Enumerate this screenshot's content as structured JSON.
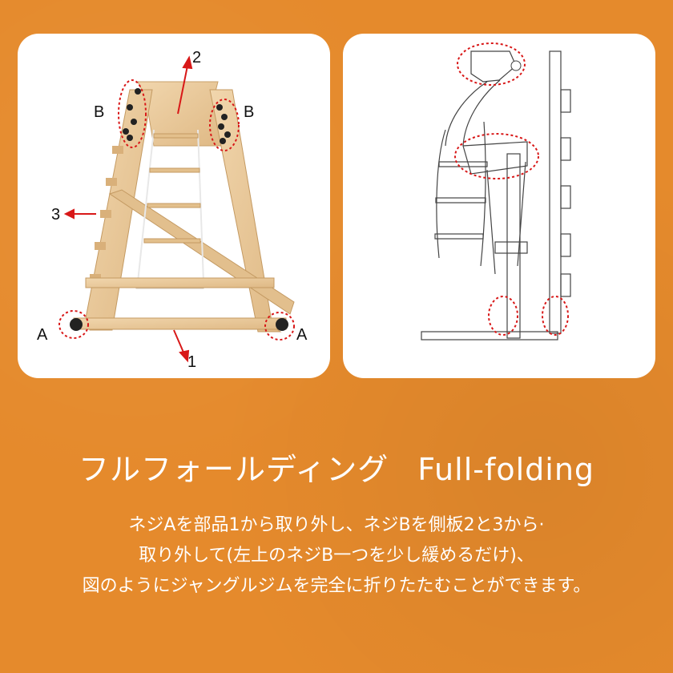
{
  "diagram_left": {
    "labels": {
      "num_1": "1",
      "num_2": "2",
      "num_3": "3",
      "a_left": "A",
      "a_right": "A",
      "b_left": "B",
      "b_right": "B"
    }
  },
  "heading": {
    "japanese": "フルフォールディング",
    "english": "Full-folding"
  },
  "description": {
    "line1": "ネジAを部品1から取り外し、ネジBを側板2と3から·",
    "line2": "取り外して(左上のネジB一つを少し緩めるだけ)、",
    "line3": "図のようにジャングルジムを完全に折りたたむことができます。"
  },
  "colors": {
    "background": "#e58a2c",
    "wood": "#e9c99a",
    "marker": "#d81818"
  }
}
